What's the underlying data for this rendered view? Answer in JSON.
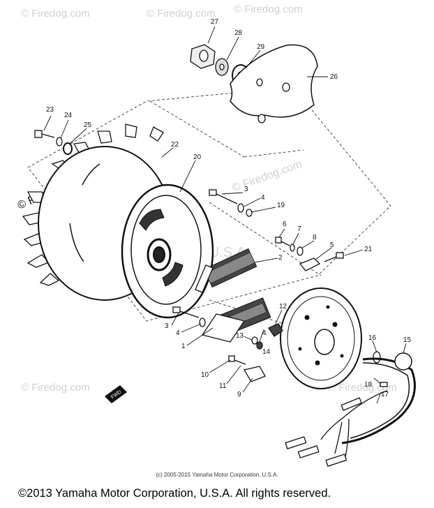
{
  "watermark": {
    "brand": "© Firedog.com",
    "center": "Yamaha Motor Corp. U.S.A."
  },
  "callouts": {
    "c1": "1",
    "c2": "2",
    "c3a": "3",
    "c3b": "3",
    "c4a": "4",
    "c4b": "4",
    "c4c": "4",
    "c5": "5",
    "c6": "6",
    "c7": "7",
    "c8": "8",
    "c9": "9",
    "c10": "10",
    "c11": "11",
    "c12": "12",
    "c13": "13",
    "c14": "14",
    "c15": "15",
    "c16": "16",
    "c17": "17",
    "c18": "18",
    "c19": "19",
    "c20": "20",
    "c21": "21",
    "c22": "22",
    "c23": "23",
    "c24": "24",
    "c25": "25",
    "c26": "26",
    "c27": "27",
    "c28": "28",
    "c29": "29"
  },
  "fwd_label": "FWD",
  "small_copyright": "(c) 2005-2015 Yamaha Motor Corporation, U.S.A.",
  "footer": "©2013 Yamaha Motor Corporation, U.S.A. All rights reserved."
}
